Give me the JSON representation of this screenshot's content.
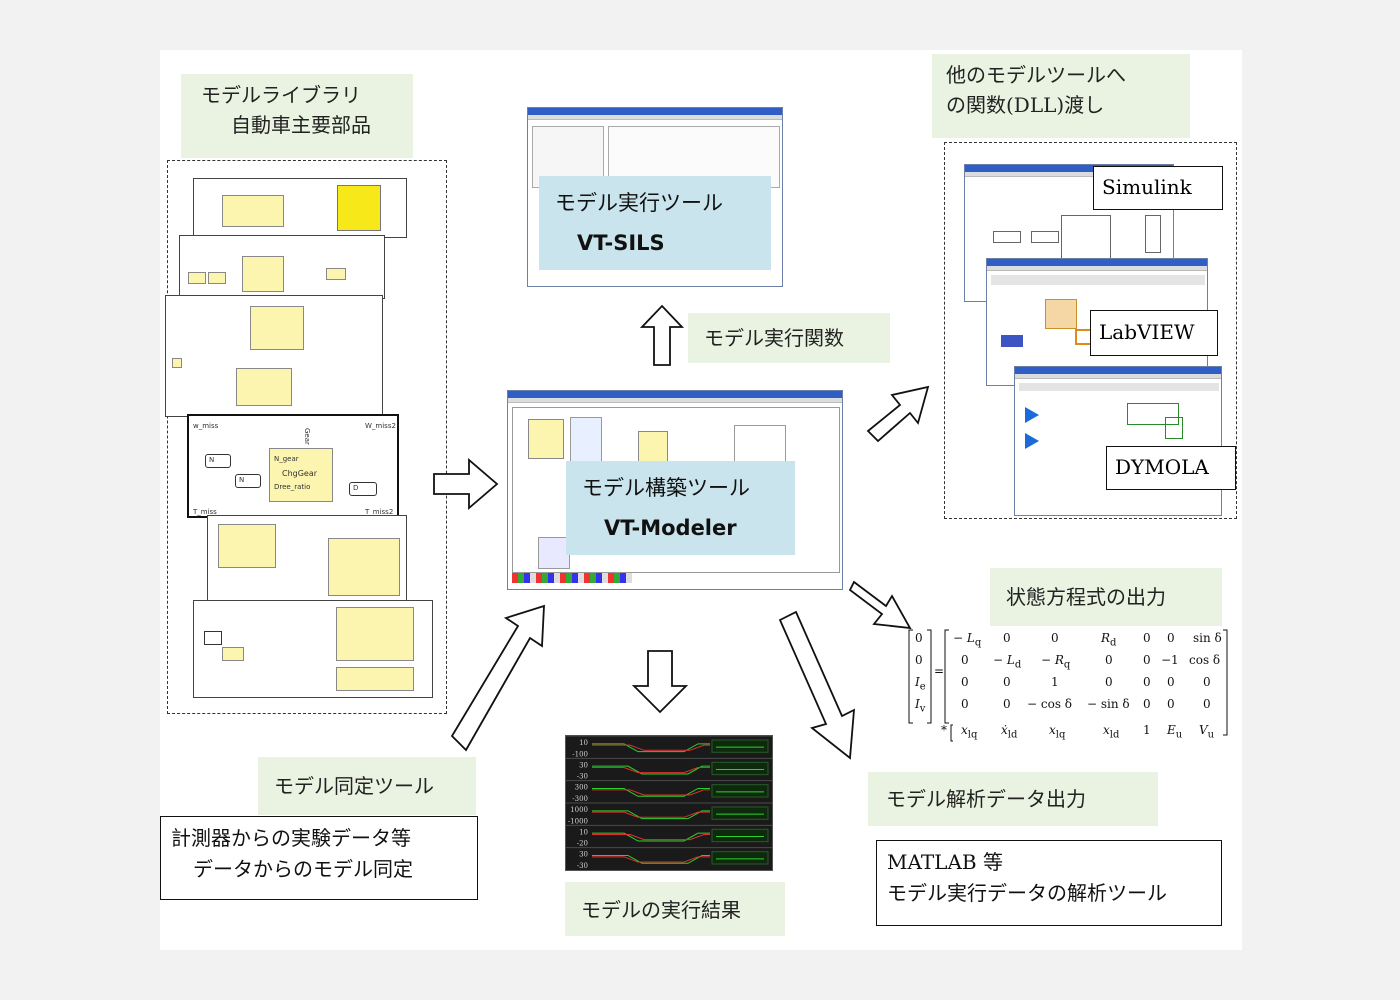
{
  "labels": {
    "model_library_line1": "モデルライブラリ",
    "model_library_line2": "自動車主要部品",
    "exec_tool_line1": "モデル実行ツール",
    "exec_tool_line2": "VT-SILS",
    "exec_function": "モデル実行関数",
    "build_tool_line1": "モデル構築ツール",
    "build_tool_line2": "VT-Modeler",
    "dll_line1": "他のモデルツールへ",
    "dll_line2": "の関数(DLL)渡し",
    "state_eq": "状態方程式の出力",
    "identify_tool": "モデル同定ツール",
    "identify_desc_line1": "計測器からの実験データ等",
    "identify_desc_line2": "データからのモデル同定",
    "exec_result": "モデルの実行結果",
    "analysis_output": "モデル解析データ出力",
    "matlab_line1": "MATLAB 等",
    "matlab_line2": "モデル実行データの解析ツール"
  },
  "tools": {
    "simulink": "Simulink",
    "labview": "LabVIEW",
    "dymola": "DYMOLA"
  },
  "library_block": {
    "w_miss": "w_miss",
    "w_miss2": "W_miss2",
    "t_miss": "T_miss",
    "t_miss2": "T_miss2",
    "n_gear": "N_gear",
    "n_gear_in": "N",
    "n_end": "N",
    "d_in": "D",
    "chg_gear": "ChgGear",
    "dree_ratio": "Dree_ratio",
    "gear": "Gear"
  },
  "colors": {
    "label_green": "#eaf3e1",
    "label_blue": "#c9e4ec",
    "block_yellow": "#fbf5b0",
    "scope_bg": "#1a1a1a",
    "trace_green": "#2bd12b",
    "trace_red": "#e03030"
  },
  "result_scope": {
    "channels": [
      {
        "left": "10",
        "right": "-100"
      },
      {
        "left": "30",
        "right": "-30"
      },
      {
        "left": "300",
        "right": "-300"
      },
      {
        "left": "1000",
        "right": "-1000"
      },
      {
        "left": "10",
        "right": "-20"
      },
      {
        "left": "30",
        "right": "-30"
      }
    ]
  }
}
